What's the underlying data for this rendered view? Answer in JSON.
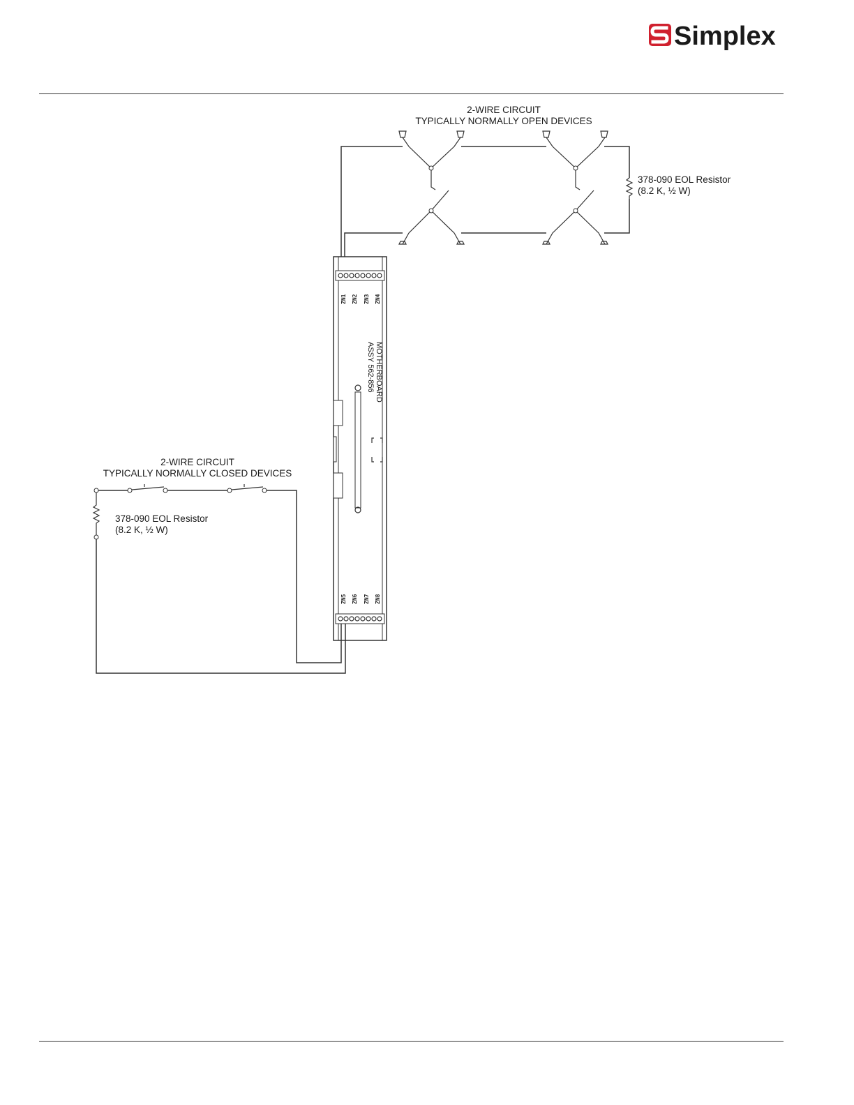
{
  "header": {
    "logo_text": "Simplex",
    "logo_color": "#d0202e"
  },
  "diagram": {
    "open_circuit": {
      "title_line1": "2-WIRE CIRCUIT",
      "title_line2": "TYPICALLY NORMALLY OPEN DEVICES",
      "resistor_line1": "378-090 EOL Resistor",
      "resistor_line2": "(8.2 K, ½ W)"
    },
    "closed_circuit": {
      "title_line1": "2-WIRE CIRCUIT",
      "title_line2": "TYPICALLY NORMALLY CLOSED DEVICES",
      "resistor_line1": "378-090 EOL Resistor",
      "resistor_line2": "(8.2 K, ½ W)"
    },
    "motherboard": {
      "label_line1": "MOTHERBOARD",
      "label_line2": "ASSY 562-856",
      "top_zones": [
        "ZN1",
        "ZN2",
        "ZN3",
        "ZN4"
      ],
      "bottom_zones": [
        "ZN5",
        "ZN6",
        "ZN7",
        "ZN8"
      ]
    }
  }
}
